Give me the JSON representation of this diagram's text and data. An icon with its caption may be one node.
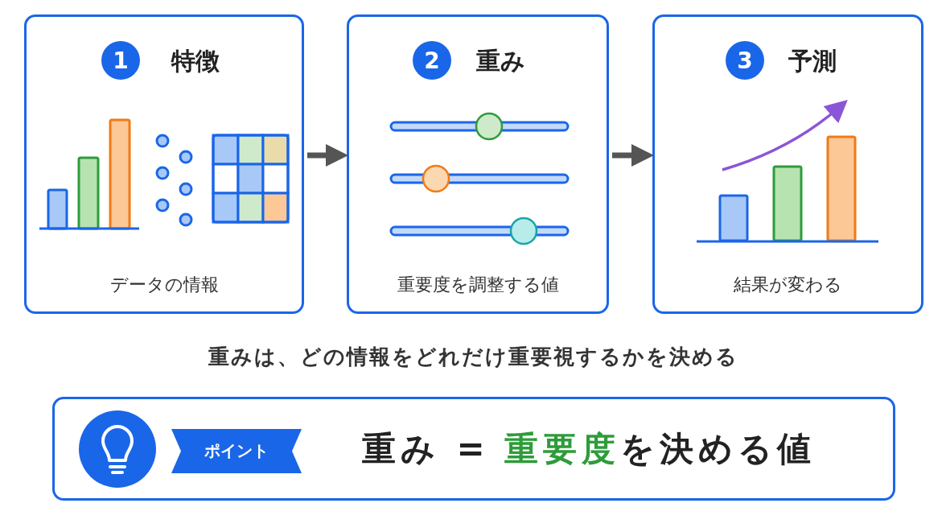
{
  "diagram": {
    "nodes": [
      {
        "text": [
          "特徴",
          "データの情報"
        ]
      },
      {
        "text": [
          "1"
        ],
        "in": 0
      },
      {
        "text": [
          "重み",
          "重要度を調整する値"
        ]
      },
      {
        "text": [
          "2"
        ],
        "in": 2
      },
      {
        "text": [
          "予測",
          "結果が変わる"
        ]
      },
      {
        "text": [
          "3"
        ],
        "in": 4
      },
      {
        "text": [
          "重み =",
          "重要度",
          "を決める値"
        ]
      },
      {
        "text": [
          "ポイント"
        ],
        "in": 6
      }
    ],
    "edges": [
      {
        "from": 0,
        "to": 2,
        "arrow": "to"
      },
      {
        "from": 2,
        "to": 4,
        "arrow": "to"
      }
    ],
    "labels": [
      "重みは、どの情報をどれだけ重要視するかを決める"
    ]
  }
}
